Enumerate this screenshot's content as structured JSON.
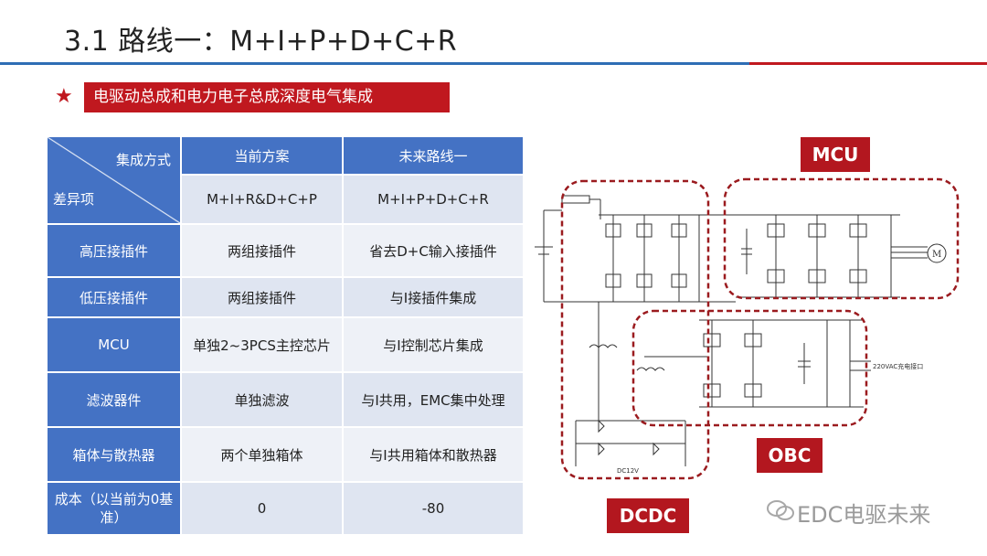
{
  "title": "3.1 路线一：M+I+P+D+C+R",
  "bullet": {
    "star": "★",
    "text": "电驱动总成和电力电子总成深度电气集成"
  },
  "table": {
    "corner_top": "集成方式",
    "corner_bottom": "差异项",
    "col1_header": "当前方案",
    "col2_header": "未来路线一",
    "col1_sub": "M+I+R&D+C+P",
    "col2_sub": "M+I+P+D+C+R",
    "rows": [
      {
        "label": "高压接插件",
        "current": "两组接插件",
        "future": "省去D+C输入接插件"
      },
      {
        "label": "低压接插件",
        "current": "两组接插件",
        "future": "与I接插件集成"
      },
      {
        "label": "MCU",
        "current": "单独2~3PCS主控芯片",
        "future": "与I控制芯片集成"
      },
      {
        "label": "滤波器件",
        "current": "单独滤波",
        "future": "与I共用，EMC集中处理"
      },
      {
        "label": "箱体与散热器",
        "current": "两个单独箱体",
        "future": "与I共用箱体和散热器"
      },
      {
        "label": "成本（以当前为0基准）",
        "current": "0",
        "future": "-80"
      }
    ]
  },
  "diagram": {
    "tags": {
      "mcu": "MCU",
      "obc": "OBC",
      "dcdc": "DCDC"
    },
    "motor_label": "M",
    "charge_label": "220VAC充电接口",
    "dc_label": "DC12V"
  },
  "watermark": "EDC电驱未来",
  "colors": {
    "accent_red": "#c0181f",
    "table_blue": "#4472c4",
    "rule_blue": "#2e6db5"
  }
}
